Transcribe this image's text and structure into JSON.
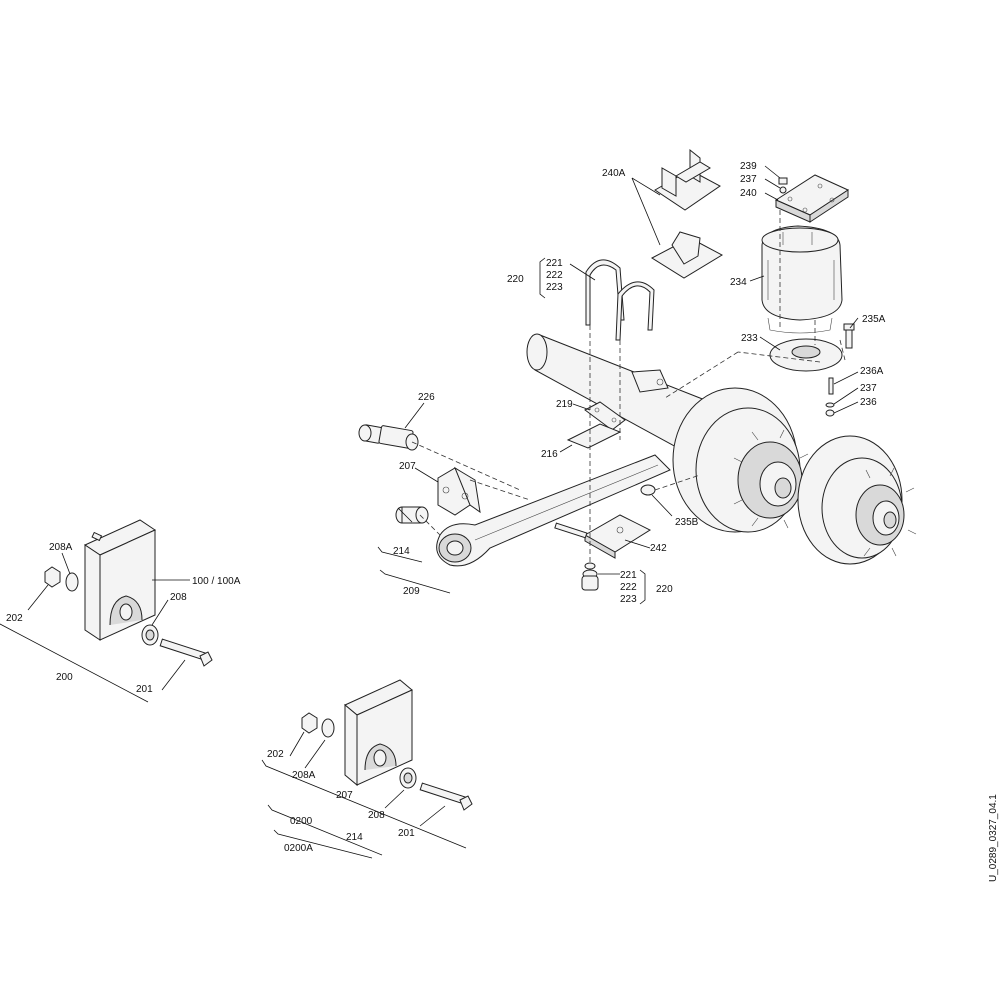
{
  "drawing_id": "U_0289_0327_04.1",
  "labels": {
    "p240A": "240A",
    "p239": "239",
    "p237a": "237",
    "p240": "240",
    "p221a": "221",
    "p222a": "222",
    "p223a": "223",
    "p220a": "220",
    "p234": "234",
    "p235A": "235A",
    "p233": "233",
    "p236A": "236A",
    "p237b": "237",
    "p236": "236",
    "p226": "226",
    "p219": "219",
    "p216": "216",
    "p207a": "207",
    "p214a": "214",
    "p209": "209",
    "p235B": "235B",
    "p242": "242",
    "p221b": "221",
    "p222b": "222",
    "p223b": "223",
    "p220b": "220",
    "p208Aa": "208A",
    "p202a": "202",
    "p100": "100 / 100A",
    "p208a": "208",
    "p200": "200",
    "p201a": "201",
    "p202b": "202",
    "p208Ab": "208A",
    "p207b": "207",
    "p208b": "208",
    "p201b": "201",
    "p0200": "0200",
    "p214b": "214",
    "p0200A": "0200A"
  }
}
